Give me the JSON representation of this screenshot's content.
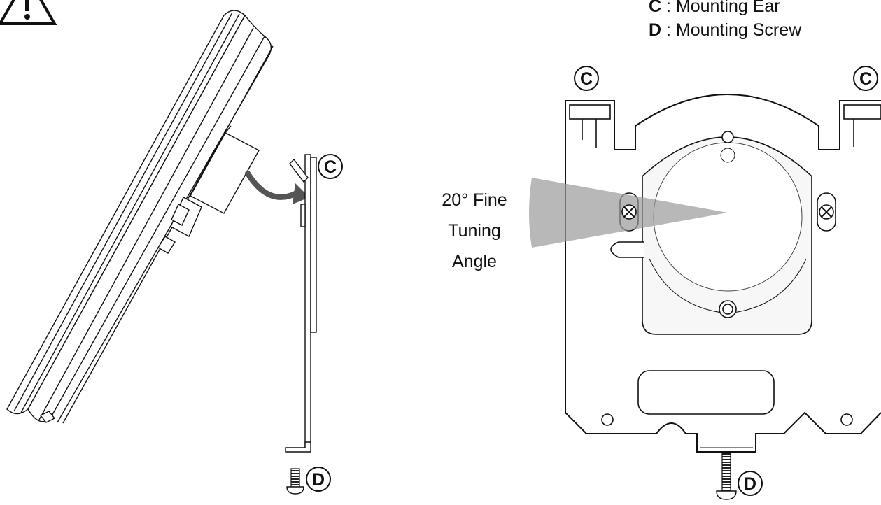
{
  "legend": {
    "items": [
      {
        "key": "C",
        "sep": " : ",
        "desc": "Mounting Ear"
      },
      {
        "key": "D",
        "sep": " : ",
        "desc": "Mounting Screw"
      }
    ]
  },
  "angle_label": {
    "line1": "20° Fine",
    "line2": "Tuning",
    "line3": "Angle"
  },
  "markers": {
    "c": "C",
    "d": "D"
  },
  "colors": {
    "line": "#111111",
    "wedge": "#9a9a9a",
    "arrow": "#555555"
  }
}
